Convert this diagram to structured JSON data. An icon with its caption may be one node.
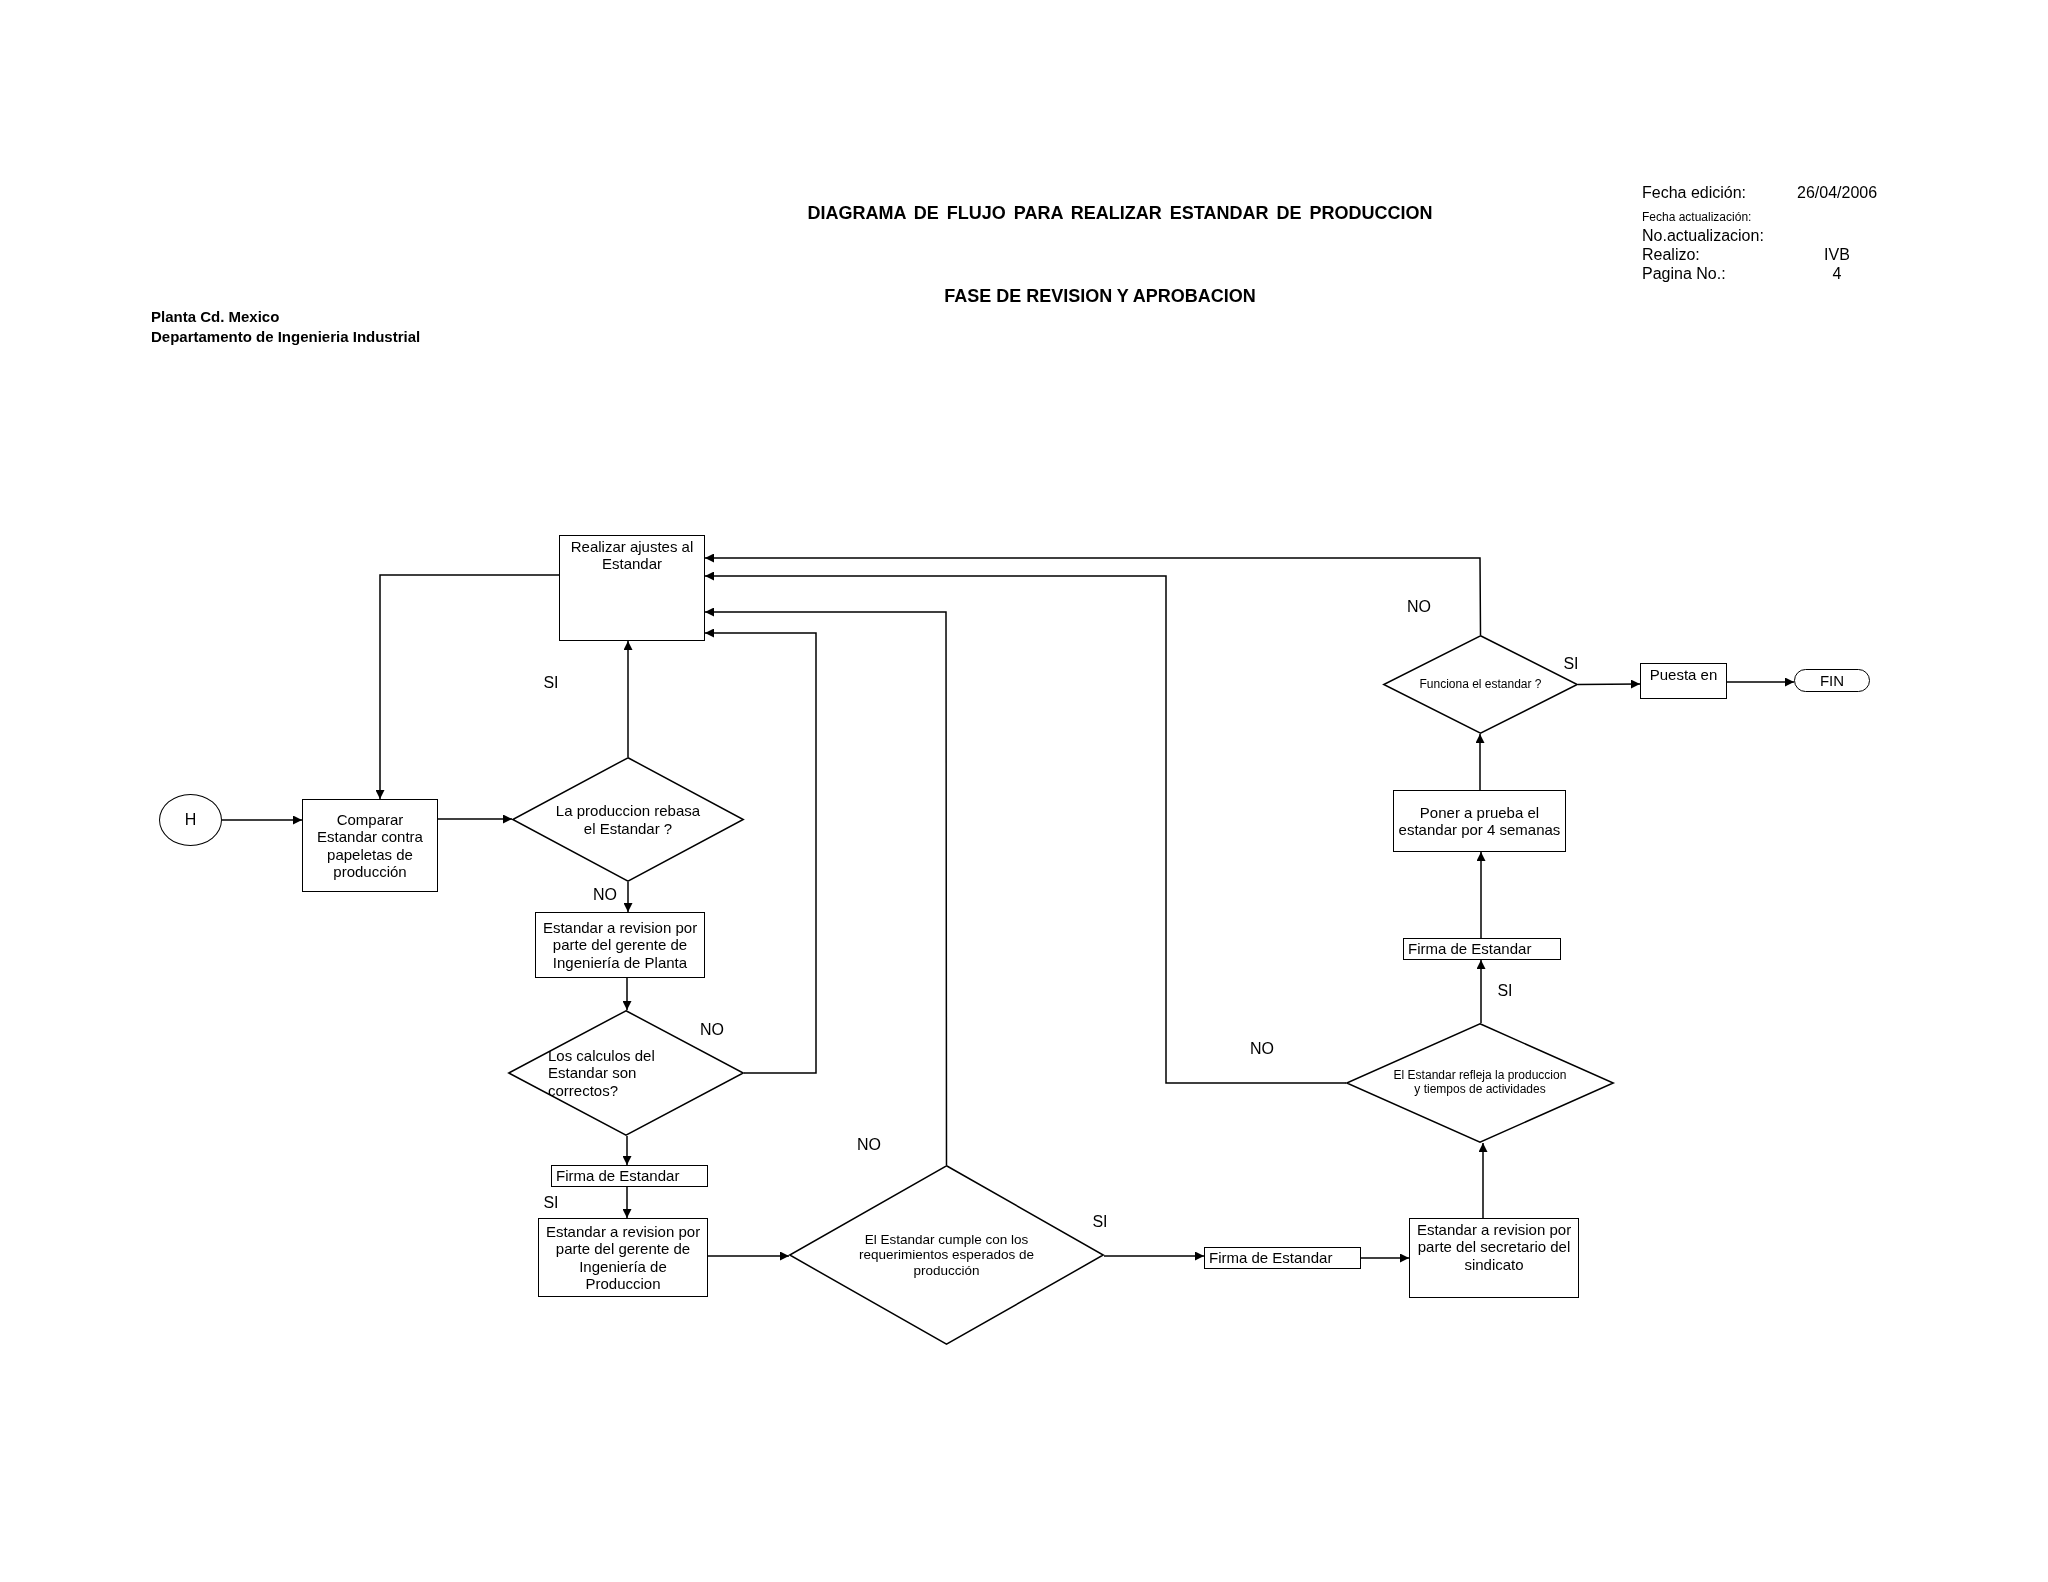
{
  "diagram": {
    "title": "DIAGRAMA DE FLUJO PARA REALIZAR ESTANDAR DE PRODUCCION",
    "nodes": [
      {
        "text": [
          "H"
        ]
      },
      {
        "text": [
          "Comparar Estandar contra papeletas de producción"
        ]
      },
      {
        "text": [
          "La produccion rebasa el Estandar ?"
        ]
      },
      {
        "text": [
          "Realizar ajustes al Estandar"
        ]
      },
      {
        "text": [
          "Estandar a revision por parte del gerente de Ingeniería de Planta"
        ]
      },
      {
        "text": [
          "Los calculos del Estandar son correctos?"
        ]
      },
      {
        "text": [
          "Firma de Estandar"
        ]
      },
      {
        "text": [
          "Estandar a revision por parte del gerente de Ingeniería de Produccion"
        ]
      },
      {
        "text": [
          "El Estandar cumple con los requerimientos esperados de producción"
        ]
      },
      {
        "text": [
          "Firma de Estandar"
        ]
      },
      {
        "text": [
          "Estandar a revision por parte del secretario del sindicato"
        ]
      },
      {
        "text": [
          "El Estandar refleja la produccion y tiempos de actividades"
        ]
      },
      {
        "text": [
          "Firma de Estandar"
        ]
      },
      {
        "text": [
          "Poner a prueba el estandar por 4 semanas"
        ]
      },
      {
        "text": [
          "Funciona el estandar ?"
        ]
      },
      {
        "text": [
          "Puesta en"
        ]
      },
      {
        "text": [
          "FIN"
        ]
      }
    ],
    "edges": [
      {
        "from": 0,
        "to": 1,
        "arrow": "to"
      },
      {
        "from": 1,
        "to": 2,
        "arrow": "to"
      },
      {
        "from": 2,
        "to": 3,
        "arrow": "to",
        "label": "SI"
      },
      {
        "from": 2,
        "to": 4,
        "arrow": "to",
        "label": "NO"
      },
      {
        "from": 3,
        "to": 1,
        "arrow": "to"
      },
      {
        "from": 4,
        "to": 5,
        "arrow": "to"
      },
      {
        "from": 5,
        "to": 3,
        "arrow": "to",
        "label": "NO"
      },
      {
        "from": 5,
        "to": 6,
        "arrow": "to"
      },
      {
        "from": 6,
        "to": 7,
        "arrow": "to",
        "label": "SI"
      },
      {
        "from": 7,
        "to": 8,
        "arrow": "to"
      },
      {
        "from": 8,
        "to": 3,
        "arrow": "to",
        "label": "NO"
      },
      {
        "from": 8,
        "to": 9,
        "arrow": "to",
        "label": "SI"
      },
      {
        "from": 9,
        "to": 10,
        "arrow": "to"
      },
      {
        "from": 10,
        "to": 11,
        "arrow": "to"
      },
      {
        "from": 11,
        "to": 12,
        "arrow": "to",
        "label": "SI"
      },
      {
        "from": 11,
        "to": 3,
        "arrow": "to",
        "label": "NO"
      },
      {
        "from": 12,
        "to": 13,
        "arrow": "to"
      },
      {
        "from": 13,
        "to": 14,
        "arrow": "to"
      },
      {
        "from": 14,
        "to": 3,
        "arrow": "to",
        "label": "NO"
      },
      {
        "from": 14,
        "to": 15,
        "arrow": "to",
        "label": "SI"
      },
      {
        "from": 15,
        "to": 16,
        "arrow": "to"
      }
    ],
    "labels": [
      "Fecha edición:",
      "26/04/2006",
      "Fecha actualización:",
      "No.actualizacion:",
      "Realizo:",
      "IVB",
      "Pagina No.:",
      "4",
      "FASE DE REVISION Y APROBACION",
      "Planta Cd. Mexico",
      "Departamento de Ingenieria Industrial"
    ]
  }
}
